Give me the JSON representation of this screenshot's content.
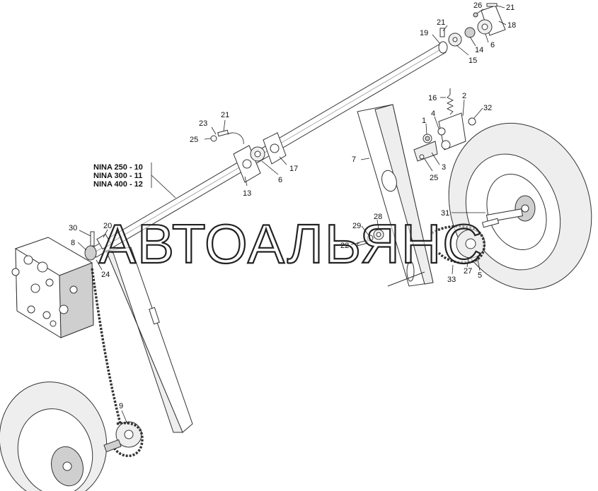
{
  "watermark": "АВТОАЛЬЯНС",
  "variants": [
    "NINA 250 - 10",
    "NINA 300 - 11",
    "NINA 400 - 12"
  ],
  "callouts": [
    {
      "id": "c26",
      "label": "26"
    },
    {
      "id": "c21a",
      "label": "21"
    },
    {
      "id": "c18",
      "label": "18"
    },
    {
      "id": "c21b",
      "label": "21"
    },
    {
      "id": "c19",
      "label": "19"
    },
    {
      "id": "c14",
      "label": "14"
    },
    {
      "id": "c6a",
      "label": "6"
    },
    {
      "id": "c15",
      "label": "15"
    },
    {
      "id": "c16",
      "label": "16"
    },
    {
      "id": "c2",
      "label": "2"
    },
    {
      "id": "c32",
      "label": "32"
    },
    {
      "id": "c1",
      "label": "1"
    },
    {
      "id": "c4",
      "label": "4"
    },
    {
      "id": "c7",
      "label": "7"
    },
    {
      "id": "c3",
      "label": "3"
    },
    {
      "id": "c25a",
      "label": "25"
    },
    {
      "id": "c21c",
      "label": "21"
    },
    {
      "id": "c23",
      "label": "23"
    },
    {
      "id": "c25b",
      "label": "25"
    },
    {
      "id": "c17",
      "label": "17"
    },
    {
      "id": "c6b",
      "label": "6"
    },
    {
      "id": "c13",
      "label": "13"
    },
    {
      "id": "c31",
      "label": "31"
    },
    {
      "id": "c28",
      "label": "28"
    },
    {
      "id": "c29",
      "label": "29"
    },
    {
      "id": "c22",
      "label": "22"
    },
    {
      "id": "c27",
      "label": "27"
    },
    {
      "id": "c5",
      "label": "5"
    },
    {
      "id": "c33",
      "label": "33"
    },
    {
      "id": "c30",
      "label": "30"
    },
    {
      "id": "c20",
      "label": "20"
    },
    {
      "id": "c8",
      "label": "8"
    },
    {
      "id": "c24",
      "label": "24"
    },
    {
      "id": "c9",
      "label": "9"
    }
  ]
}
